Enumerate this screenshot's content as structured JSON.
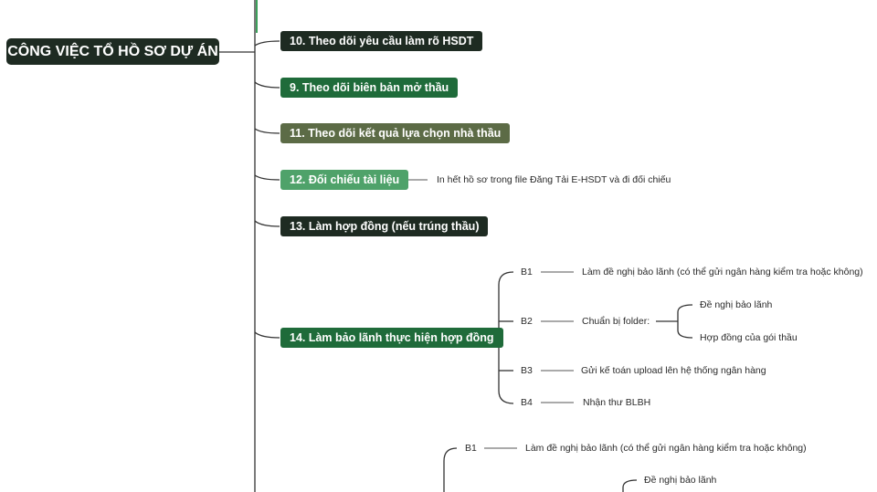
{
  "root": {
    "label": "CÔNG VIỆC TỔ HỒ SƠ DỰ ÁN"
  },
  "branches": [
    {
      "label": "10. Theo dõi yêu cầu làm rõ HSDT"
    },
    {
      "label": "9. Theo dõi biên bản mở thầu"
    },
    {
      "label": "11. Theo dõi kết quả lựa chọn nhà thầu"
    },
    {
      "label": "12. Đối chiếu tài liệu",
      "note": "In hết hồ sơ trong file Đăng Tải E-HSDT và đi đối chiếu"
    },
    {
      "label": "13. Làm hợp đồng (nếu trúng thầu)"
    },
    {
      "label": "14. Làm bảo lãnh thực hiện hợp đồng"
    }
  ],
  "steps": [
    {
      "id": "B1",
      "text": "Làm đề nghị bảo lãnh (có thể gửi ngân hàng kiểm tra hoặc không)"
    },
    {
      "id": "B2",
      "text": "Chuẩn bị folder:",
      "children": [
        "Đề nghị bảo lãnh",
        "Hợp đồng của gói thầu"
      ]
    },
    {
      "id": "B3",
      "text": "Gửi kế toán upload lên hệ thống ngân hàng"
    },
    {
      "id": "B4",
      "text": "Nhận thư BLBH"
    }
  ],
  "next_steps": [
    {
      "id": "B1",
      "text": "Làm đề nghị bảo lãnh (có thể gửi ngân hàng kiểm tra hoặc không)"
    },
    {
      "child": "Đề nghị bảo lãnh"
    }
  ]
}
